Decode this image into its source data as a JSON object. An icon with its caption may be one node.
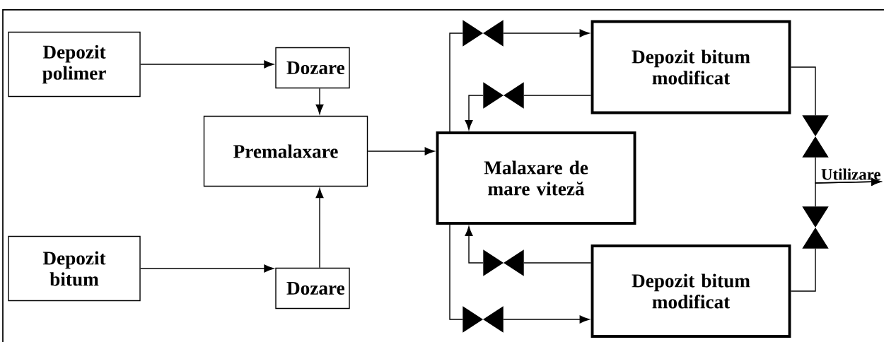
{
  "diagram": {
    "nodes": [
      {
        "text": [
          "Depozit polimer"
        ]
      },
      {
        "text": [
          "Dozare"
        ]
      },
      {
        "text": [
          "Premalaxare"
        ]
      },
      {
        "text": [
          "Depozit bitum"
        ]
      },
      {
        "text": [
          "Dozare"
        ]
      },
      {
        "text": [
          "Malaxare de mare viteză"
        ]
      },
      {
        "text": [],
        "shape": "valve"
      },
      {
        "text": [
          "Depozit bitum modificat"
        ]
      },
      {
        "text": [],
        "shape": "valve"
      },
      {
        "text": [],
        "shape": "valve"
      },
      {
        "text": [
          "Utilizare"
        ]
      },
      {
        "text": [],
        "shape": "valve"
      },
      {
        "text": [],
        "shape": "valve"
      },
      {
        "text": [],
        "shape": "valve"
      },
      {
        "text": [
          "Depozit bitum modificat"
        ]
      }
    ],
    "edges": [
      {
        "from": 0,
        "to": 1,
        "arrow": "to"
      },
      {
        "from": 1,
        "to": 2,
        "arrow": "to"
      },
      {
        "from": 3,
        "to": 4,
        "arrow": "to"
      },
      {
        "from": 4,
        "to": 2,
        "arrow": "to"
      },
      {
        "from": 2,
        "to": 5,
        "arrow": "to"
      },
      {
        "from": 5,
        "to": 6,
        "arrow": "none"
      },
      {
        "from": 6,
        "to": 7,
        "arrow": "to"
      },
      {
        "from": 7,
        "to": 8,
        "arrow": "none"
      },
      {
        "from": 8,
        "to": 5,
        "arrow": "to"
      },
      {
        "from": 7,
        "to": 9,
        "arrow": "none"
      },
      {
        "from": 9,
        "to": 10,
        "arrow": "to"
      },
      {
        "from": 14,
        "to": 12,
        "arrow": "none"
      },
      {
        "from": 12,
        "to": 10,
        "arrow": "to"
      },
      {
        "from": 14,
        "to": 11,
        "arrow": "none"
      },
      {
        "from": 11,
        "to": 5,
        "arrow": "to"
      },
      {
        "from": 5,
        "to": 13,
        "arrow": "none"
      },
      {
        "from": 13,
        "to": 14,
        "arrow": "to"
      }
    ]
  }
}
